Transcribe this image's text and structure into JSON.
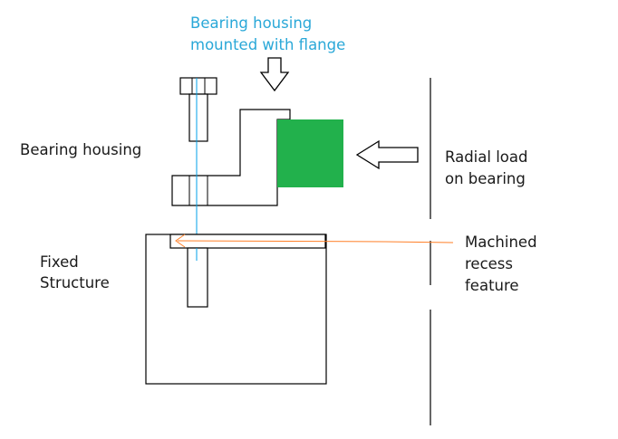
{
  "colors": {
    "line": "#000000",
    "bearing": "#22b14c",
    "leader_blue": "#00a2e8",
    "leader_orange": "#ff7f27",
    "flange_label": "#2aa8d8"
  },
  "labels": {
    "flange_line1": "Bearing housing",
    "flange_line2": "mounted with flange",
    "bearing_housing": "Bearing housing",
    "fixed_line1": "Fixed",
    "fixed_line2": "Structure",
    "radial_line1": "Radial load",
    "radial_line2": "on bearing",
    "recess_line1": "Machined",
    "recess_line2": "recess",
    "recess_line3": "feature"
  }
}
